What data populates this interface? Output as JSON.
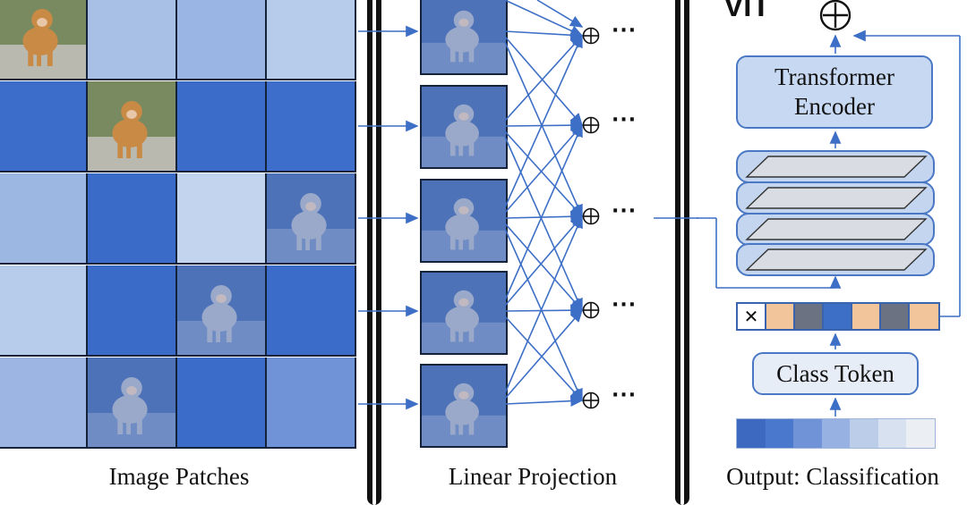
{
  "panels": {
    "image_patches_label": "Image Patches",
    "linear_projection_label": "Linear Projection",
    "output_label": "Output: Classification"
  },
  "vit_title": "ViT",
  "encoder_label_line1": "Transformer",
  "encoder_label_line2": "Encoder",
  "class_token_label": "Class Token",
  "class_token_glyph": "✕",
  "ellipsis": "···",
  "plus_glyph": "⊕",
  "colors": {
    "accent": "#3d6fc6",
    "dark_divider": "#111111",
    "encoder_fill": "#c7d9f2",
    "class_token_fill": "#e7edf6"
  },
  "grid_colors": [
    [
      "image",
      "#a9c0e6",
      "#9ab5e4",
      "#b7cbea"
    ],
    [
      "#3c6dca",
      "image",
      "#3b6cc9",
      "#3e6ecb"
    ],
    [
      "#9db7e3",
      "#3b6bc8",
      "#c2d4ee",
      "image-blue"
    ],
    [
      "#b7cbea",
      "#3b6bc8",
      "image-blue",
      "#3c6cc9"
    ],
    [
      "#9cb5e2",
      "image-blue",
      "#3c6cc9",
      "#6f93d6"
    ]
  ],
  "token_colors": [
    "#f3c59a",
    "#6b7383",
    "#3d6fc6",
    "#f3c59a",
    "#6b7383",
    "#f3c59a"
  ],
  "embedding_colors": [
    "#3d69c1",
    "#4a78cc",
    "#6f93d6",
    "#97b2e2",
    "#bccdea",
    "#d8e1ef",
    "#ebeef3"
  ],
  "icons": {
    "monkey": "monkey-photo-icon",
    "plus": "circled-plus-icon"
  }
}
